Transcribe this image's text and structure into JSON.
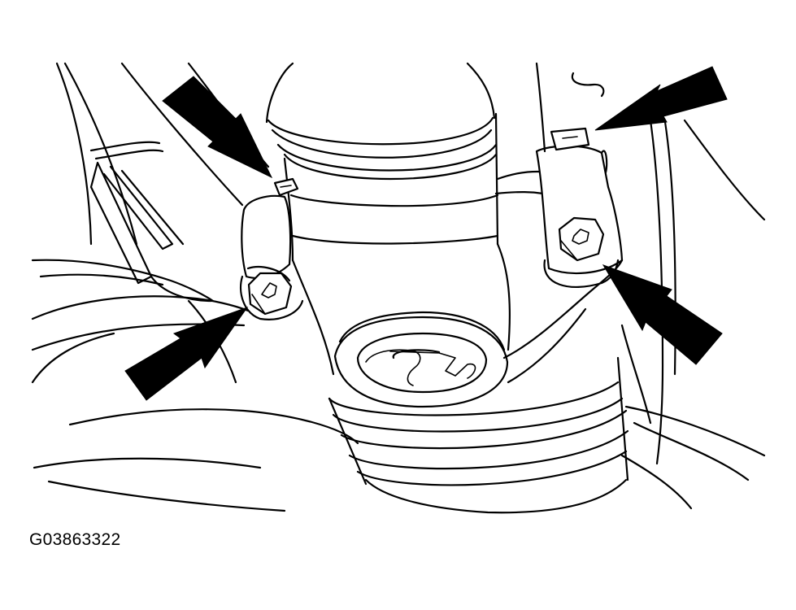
{
  "figure": {
    "id_label": "G03863322"
  },
  "callouts": {
    "count": 4,
    "targets": [
      "upper-left-bolt",
      "upper-right-bolt",
      "lower-left-bolt",
      "lower-right-bolt"
    ]
  },
  "colors": {
    "line": "#000000",
    "background": "#ffffff"
  }
}
